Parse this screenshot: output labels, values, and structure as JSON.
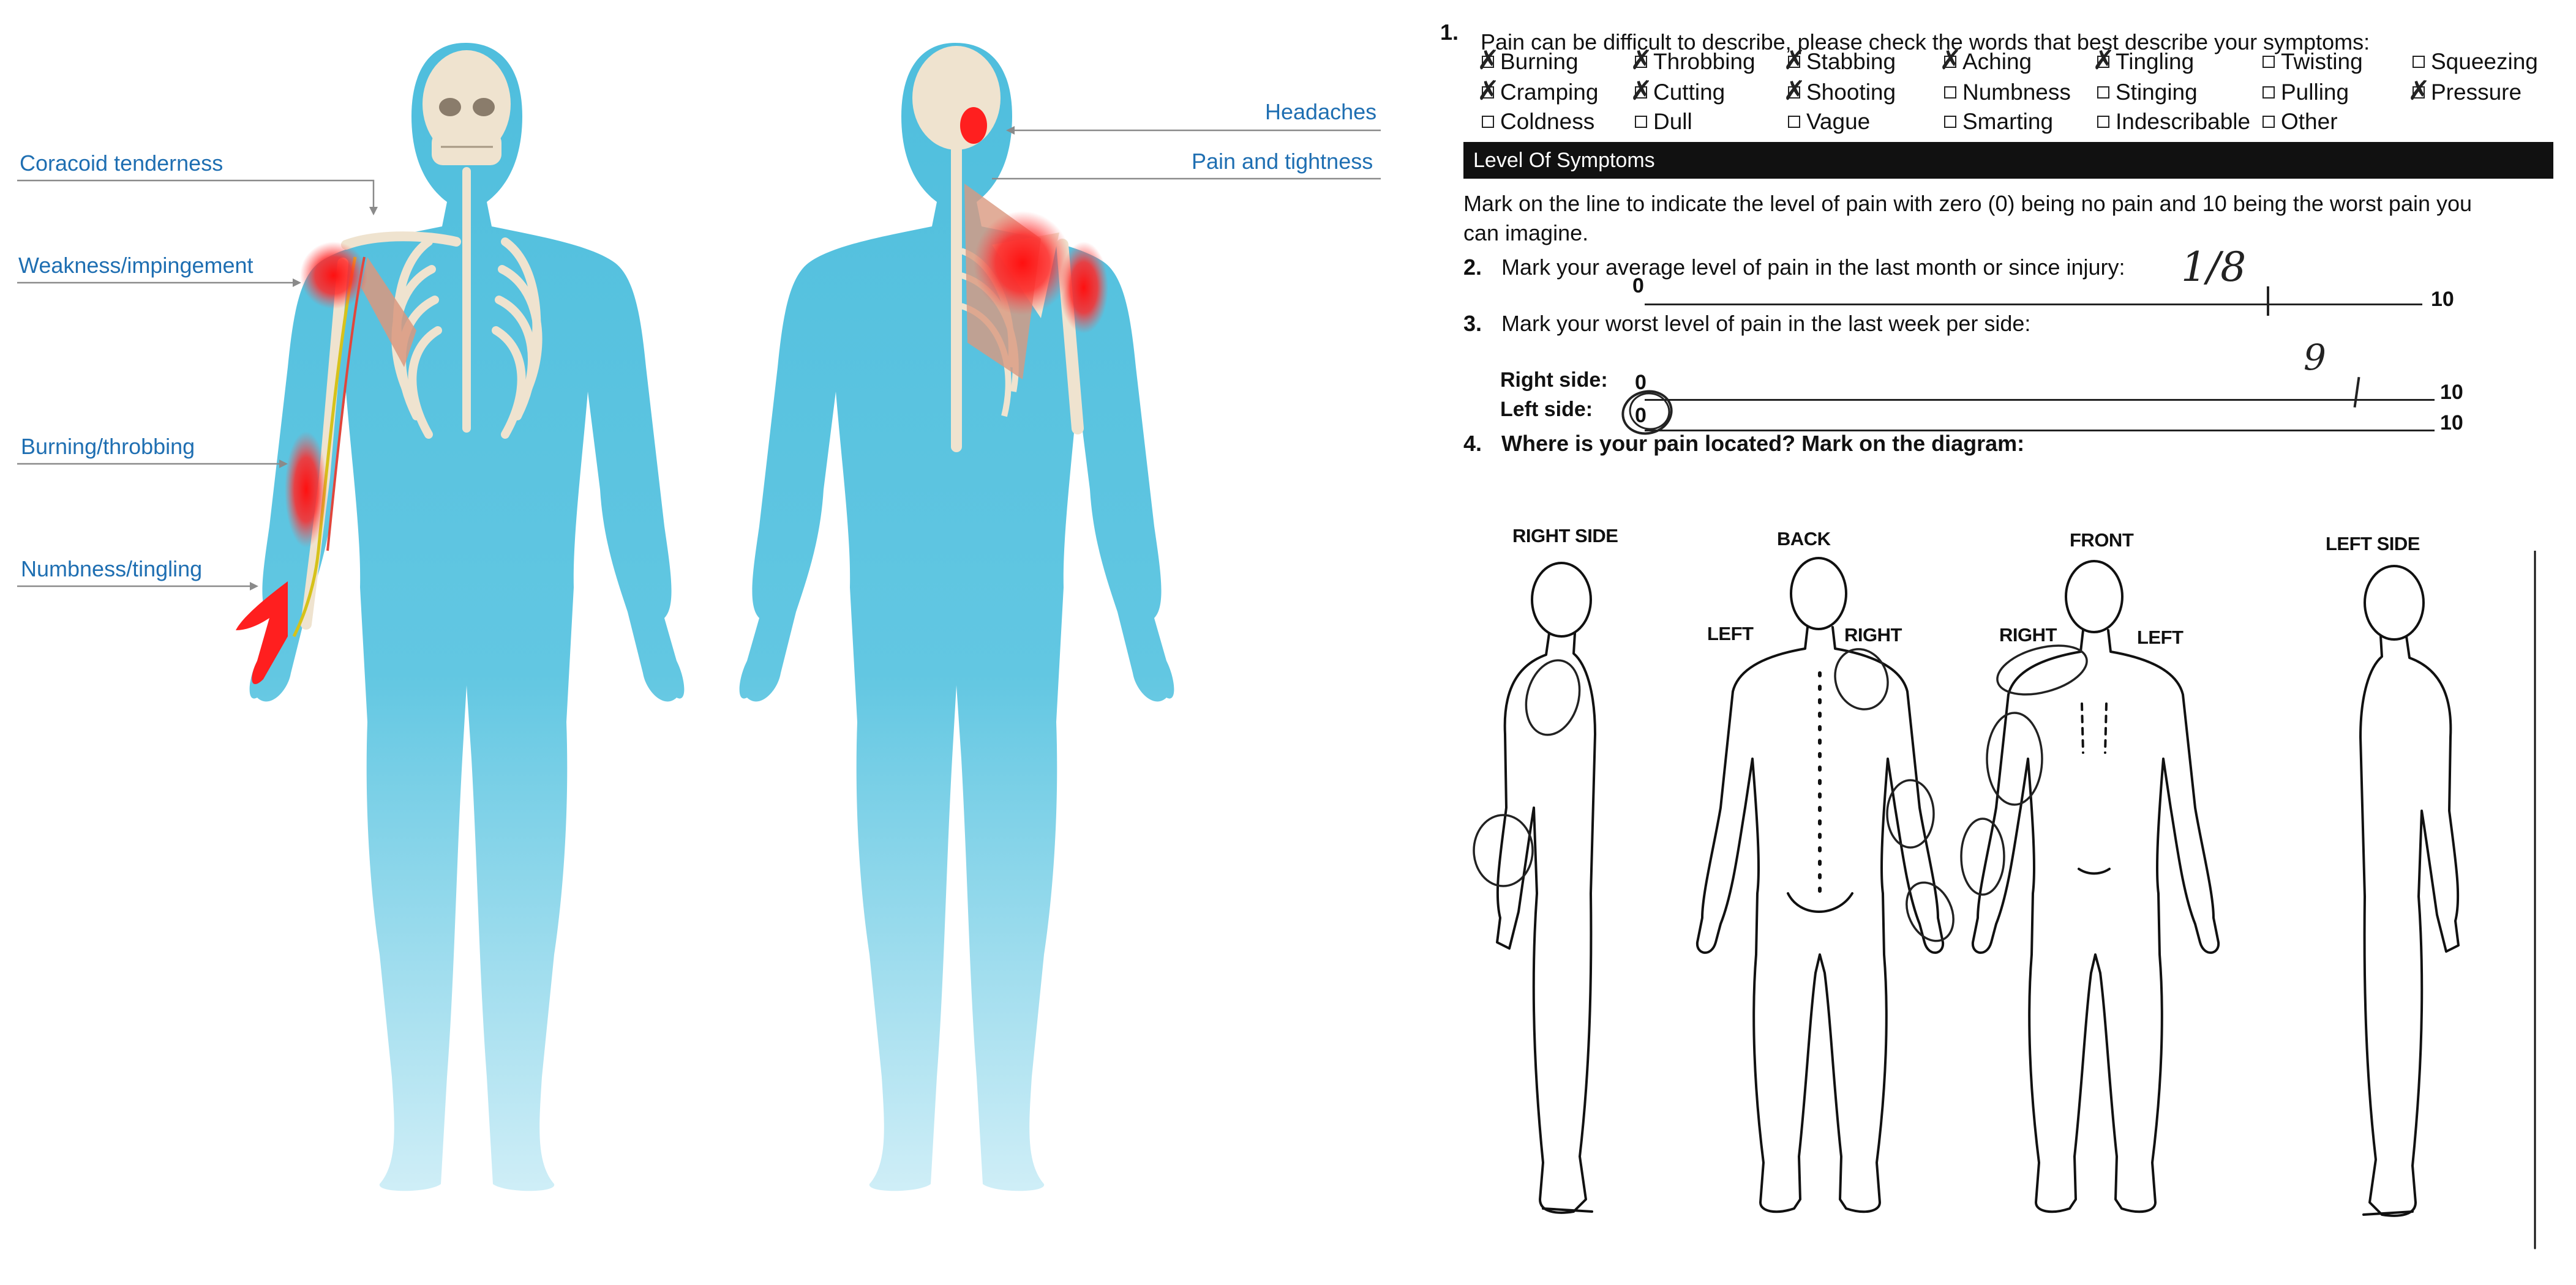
{
  "callouts": {
    "coracoid": "Coracoid tenderness",
    "weakness": "Weakness/impingement",
    "burning": "Burning/throbbing",
    "numbness": "Numbness/tingling",
    "headaches": "Headaches",
    "pain_tightness": "Pain and tightness"
  },
  "form": {
    "q1": {
      "number": "1.",
      "text": "Pain can be difficult to describe, please check the words that best describe your symptoms:",
      "words": [
        {
          "label": "Burning",
          "checked": true
        },
        {
          "label": "Throbbing",
          "checked": true
        },
        {
          "label": "Stabbing",
          "checked": true
        },
        {
          "label": "Aching",
          "checked": true
        },
        {
          "label": "Tingling",
          "checked": true
        },
        {
          "label": "Twisting",
          "checked": false
        },
        {
          "label": "Squeezing",
          "checked": false
        },
        {
          "label": "Cramping",
          "checked": true
        },
        {
          "label": "Cutting",
          "checked": true
        },
        {
          "label": "Shooting",
          "checked": true
        },
        {
          "label": "Numbness",
          "checked": false
        },
        {
          "label": "Stinging",
          "checked": false
        },
        {
          "label": "Pulling",
          "checked": false
        },
        {
          "label": "Pressure",
          "checked": true
        },
        {
          "label": "Coldness",
          "checked": false
        },
        {
          "label": "Dull",
          "checked": false
        },
        {
          "label": "Vague",
          "checked": false
        },
        {
          "label": "Smarting",
          "checked": false
        },
        {
          "label": "Indescribable",
          "checked": false
        },
        {
          "label": "Other",
          "checked": false
        }
      ]
    },
    "banner": "Level Of Symptoms",
    "instruction_line1": "Mark on the line to indicate the level of pain with zero (0) being no pain and 10 being the worst pain you",
    "instruction_line2": "can imagine.",
    "q2": {
      "number": "2.",
      "text": "Mark your average level of pain in the last month or since injury:",
      "min": "0",
      "max": "10",
      "handwritten": "1/8",
      "value": 8
    },
    "q3": {
      "number": "3.",
      "text": "Mark your worst level of pain in the last week per side:",
      "right_label": "Right side:",
      "left_label": "Left side:",
      "min": "0",
      "max": "10",
      "right_handwritten": "9",
      "right_value": 9,
      "left_value": 0
    },
    "q4": {
      "number": "4.",
      "text": "Where is your pain located? Mark on the diagram:"
    },
    "diagram_labels": {
      "right_side": "RIGHT SIDE",
      "back": "BACK",
      "front": "FRONT",
      "left_side": "LEFT SIDE",
      "back_left": "LEFT",
      "back_right": "RIGHT",
      "front_right": "RIGHT",
      "front_left": "LEFT"
    }
  },
  "colors": {
    "body_blue": "#5cc4e0",
    "bone": "#efe3cf",
    "pain_red": "#ff1f1f",
    "callout_blue": "#1f6fb2"
  }
}
